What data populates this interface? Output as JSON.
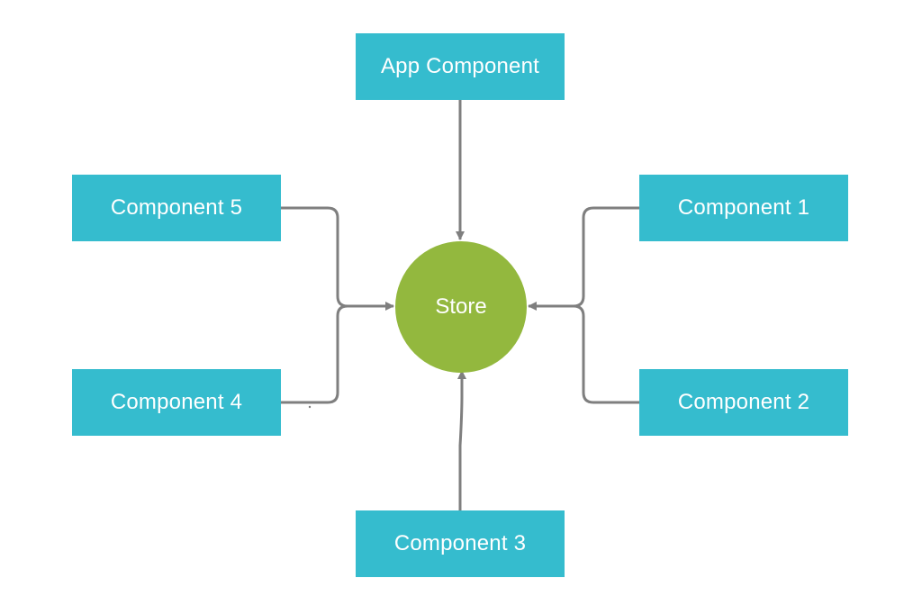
{
  "colors": {
    "component_fill": "#35BCCE",
    "store_fill": "#93B83E",
    "connector": "#7F7F7F",
    "background": "#FFFFFF"
  },
  "store": {
    "label": "Store"
  },
  "components": {
    "app": "App Component",
    "c1": "Component 1",
    "c2": "Component 2",
    "c3": "Component 3",
    "c4": "Component 4",
    "c5": "Component 5"
  },
  "connections": [
    {
      "from": "App Component",
      "to": "Store"
    },
    {
      "from": "Component 1",
      "to": "Store"
    },
    {
      "from": "Component 2",
      "to": "Store"
    },
    {
      "from": "Component 3",
      "to": "Store"
    },
    {
      "from": "Component 4",
      "to": "Store"
    },
    {
      "from": "Component 5",
      "to": "Store"
    }
  ]
}
